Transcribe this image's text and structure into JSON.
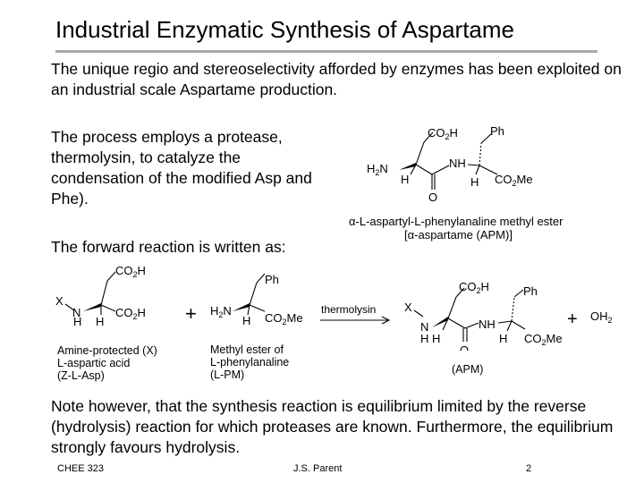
{
  "slide": {
    "title": "Industrial Enzymatic Synthesis of Aspartame",
    "intro": "The unique regio and stereoselectivity afforded by enzymes has been exploited on an industrial scale Aspartame production.",
    "process": "The process employs a protease, thermolysin, to catalyze the condensation of the modified Asp and Phe).",
    "forward": "The forward reaction is written as:",
    "note": "Note however, that the synthesis reaction is equilibrium limited by the reverse (hydrolysis) reaction for which proteases are known. Furthermore, the equilibrium strongly favours hydrolysis."
  },
  "structure_labels": {
    "co2h": "CO",
    "co2h_sub": "2",
    "co2h_tail": "H",
    "ph": "Ph",
    "nh": "NH",
    "h": "H",
    "o": "O",
    "n": "N",
    "x": "X",
    "h2n_h": "H",
    "h2n_sub": "2",
    "h2n_n": "N",
    "co2me": "CO",
    "co2me_sub": "2",
    "co2me_tail": "Me",
    "oh2": "OH",
    "oh2_sub": "2",
    "plus": "+"
  },
  "apm_caption": {
    "alpha": "α",
    "line1": "-L-aspartyl-L-phenylanaline methyl ester",
    "open": "[",
    "alpha2": "α",
    "line2": "-aspartame (APM)]"
  },
  "reaction": {
    "arrow_label": "thermolysin",
    "reactant1_caption": [
      "Amine-protected (X)",
      "L-aspartic acid",
      "(Z-L-Asp)"
    ],
    "reactant2_caption": [
      "Methyl ester of",
      "L-phenylanaline",
      "(L-PM)"
    ],
    "product_caption": "(APM)"
  },
  "footer": {
    "course": "CHEE 323",
    "author": "J.S. Parent",
    "page": "2"
  }
}
